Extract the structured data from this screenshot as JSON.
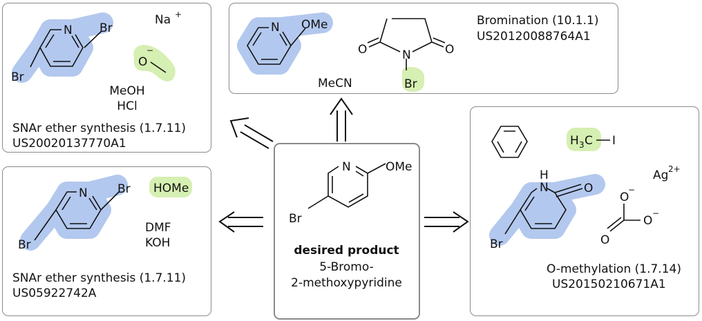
{
  "center": {
    "smiles_main_label": "OMe",
    "n_label": "N",
    "br_label": "Br",
    "title": "desired product",
    "name_line1": "5-Bromo-",
    "name_line2": "2-methoxypyridine"
  },
  "box_top_left": {
    "ring_n": "N",
    "br1": "Br",
    "br2": "Br",
    "cation": "Na",
    "cation_charge": "+",
    "methoxide_o": "O",
    "methoxide_charge": "−",
    "reagent1": "MeOH",
    "reagent2": "HCl",
    "reaction": "SNAr ether synthesis (1.7.11)",
    "patent": "US20020137770A1"
  },
  "box_top_mid": {
    "ring_n": "N",
    "ome": "OMe",
    "solvent": "MeCN",
    "nbs_o1": "O",
    "nbs_o2": "O",
    "nbs_n": "N",
    "nbs_br": "Br",
    "reaction": "Bromination (10.1.1)",
    "patent": "US20120088764A1"
  },
  "box_bottom_left": {
    "ring_n": "N",
    "br1": "Br",
    "br2": "Br",
    "reagent_hl": "HOMe",
    "reagent1": "DMF",
    "reagent2": "KOH",
    "reaction": "SNAr ether synthesis (1.7.11)",
    "patent": "US05922742A"
  },
  "box_right": {
    "mei_h": "H",
    "mei_sub": "3",
    "mei_c": "C",
    "mei_i": "I",
    "silver": "Ag",
    "silver_charge": "2+",
    "pyridone_nh": "N",
    "pyridone_h": "H",
    "pyridone_o": "O",
    "pyridone_br": "Br",
    "carbonate_o1": "O",
    "carbonate_o2": "O",
    "carbonate_o3": "O",
    "carbonate_c1": "−",
    "carbonate_c2": "−",
    "reaction": "O-methylation (1.7.14)",
    "patent": "US20150210671A1"
  }
}
